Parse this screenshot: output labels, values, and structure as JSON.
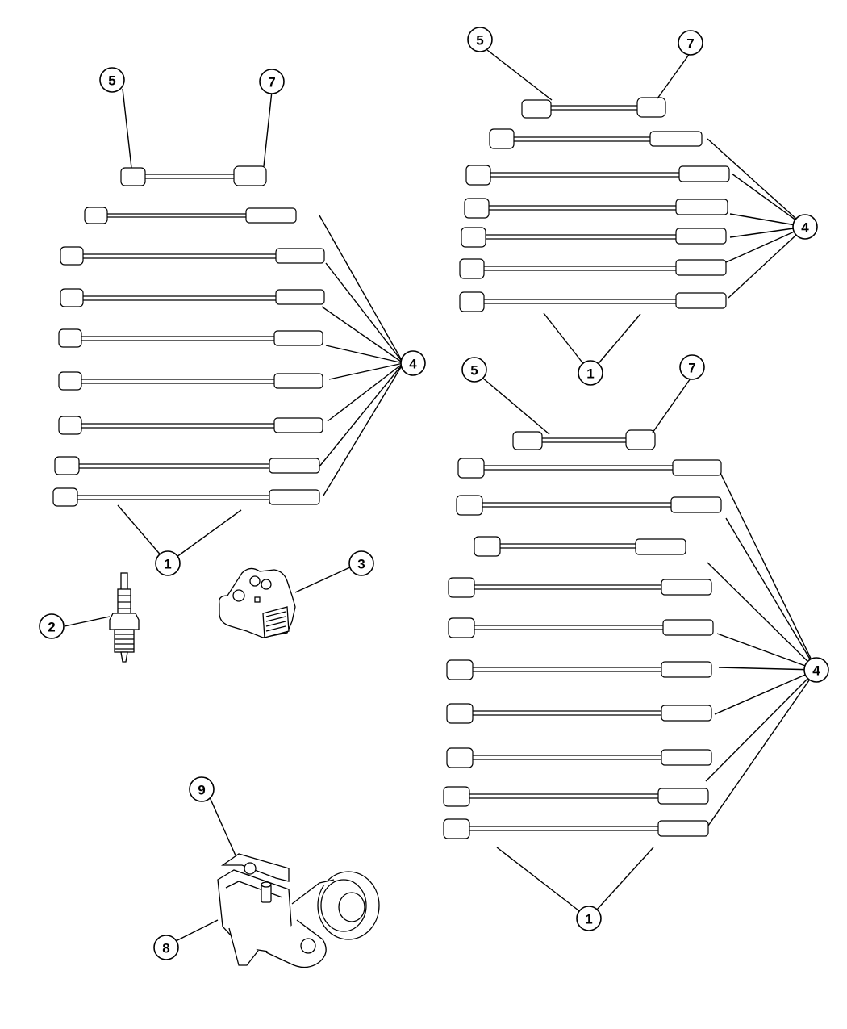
{
  "callouts": {
    "c1": "1",
    "c2": "2",
    "c3": "3",
    "c4": "4",
    "c5": "5",
    "c7": "7",
    "c8": "8",
    "c9": "9"
  },
  "diagram": {
    "parts": [
      "spark-plug-wire-set",
      "spark-plug",
      "wire-separator",
      "coil-wire",
      "spark-plug-wire",
      "ignition-coil",
      "coil-bracket"
    ]
  }
}
